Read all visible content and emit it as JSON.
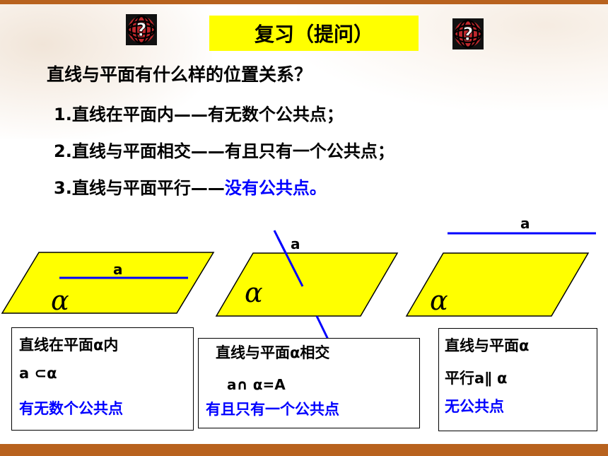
{
  "title": "复习（提问）",
  "question": "直线与平面有什么样的位置关系？",
  "items": [
    {
      "main": "1.直线在平面内——有无数个公共点；",
      "highlight": ""
    },
    {
      "main": "2.直线与平面相交——有且只有一个公共点；",
      "highlight": ""
    },
    {
      "main": "3.直线与平面平行——",
      "highlight": "没有公共点。"
    }
  ],
  "figures": [
    {
      "plane_label": "α",
      "line_label": "a"
    },
    {
      "plane_label": "α",
      "line_label": "a"
    },
    {
      "plane_label": "α",
      "line_label": "a"
    }
  ],
  "cards": [
    {
      "line1": "直线在平面α内",
      "line2": "a ⊂α",
      "line3": "有无数个公共点"
    },
    {
      "line1": "直线与平面α相交",
      "line2": "a∩ α=A",
      "line3": "有且只有一个公共点"
    },
    {
      "line1": "直线与平面α",
      "line2": "平行a∥ α",
      "line3": "无公共点"
    }
  ],
  "colors": {
    "plane_fill": "#ffff00",
    "line": "#0000ff",
    "accent_bar": "#b8621e",
    "highlight_text": "#0000ff"
  },
  "icons": [
    "question-mark-sphere-icon",
    "question-mark-sphere-icon"
  ]
}
